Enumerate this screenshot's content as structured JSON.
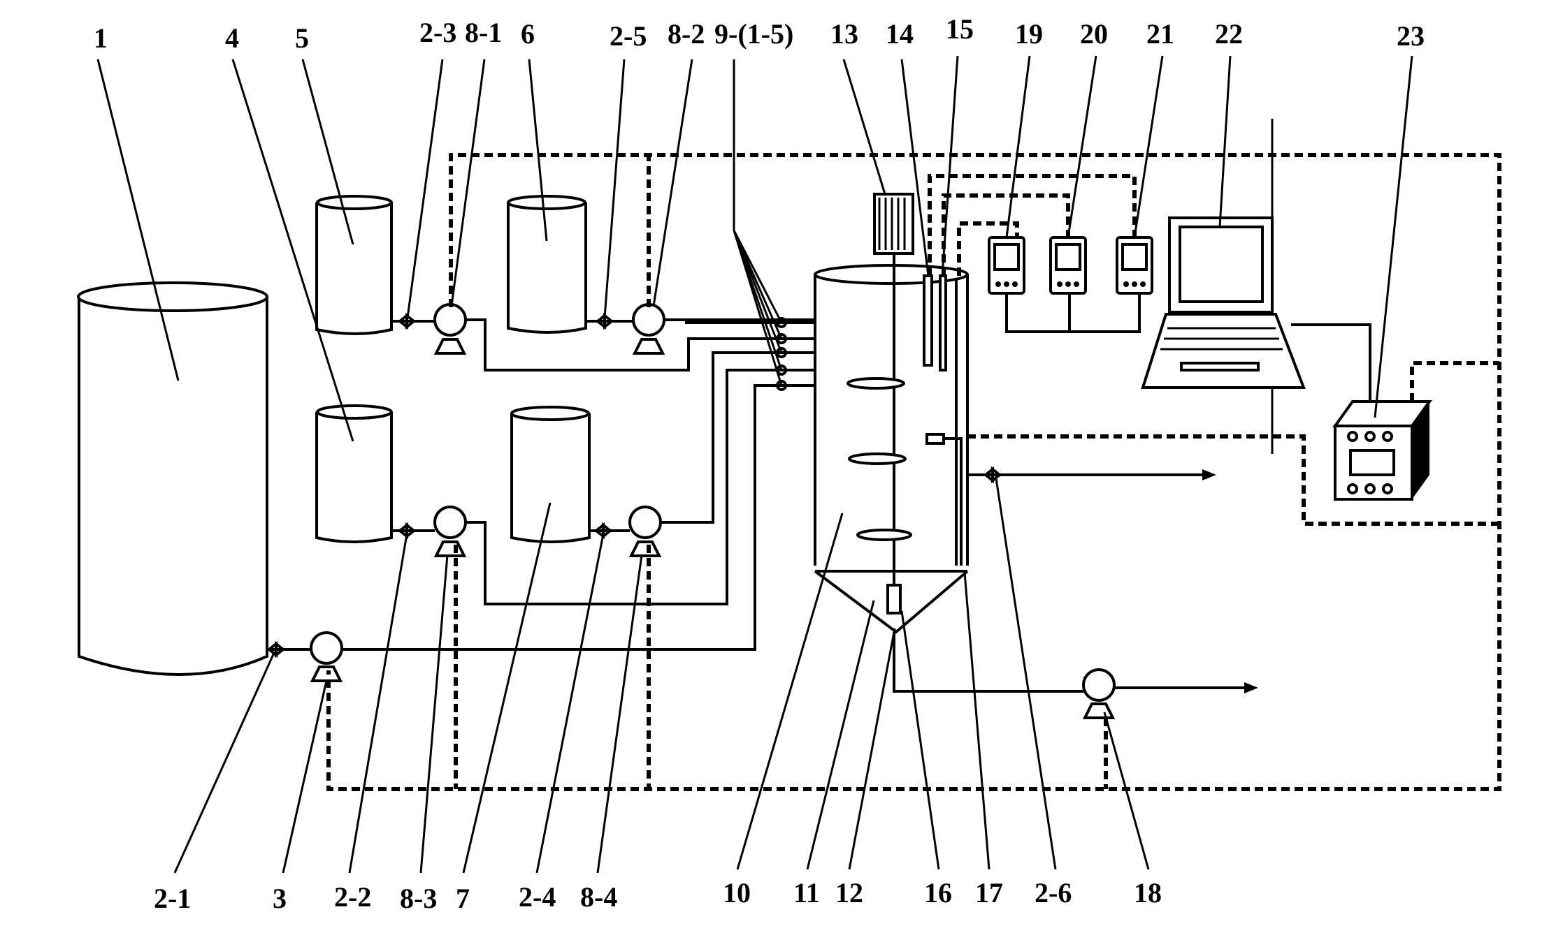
{
  "labels": {
    "l1": "1",
    "l4": "4",
    "l5": "5",
    "l2_3": "2-3",
    "l8_1": "8-1",
    "l6": "6",
    "l2_5": "2-5",
    "l8_2": "8-2",
    "l9": "9-(1-5)",
    "l13": "13",
    "l14": "14",
    "l15": "15",
    "l19": "19",
    "l20": "20",
    "l21": "21",
    "l22": "22",
    "l23": "23",
    "l2_1": "2-1",
    "l3": "3",
    "l2_2": "2-2",
    "l8_3": "8-3",
    "l7": "7",
    "l2_4": "2-4",
    "l8_4": "8-4",
    "l10": "10",
    "l11": "11",
    "l12": "12",
    "l16": "16",
    "l17": "17",
    "l2_6": "2-6",
    "l18": "18"
  }
}
